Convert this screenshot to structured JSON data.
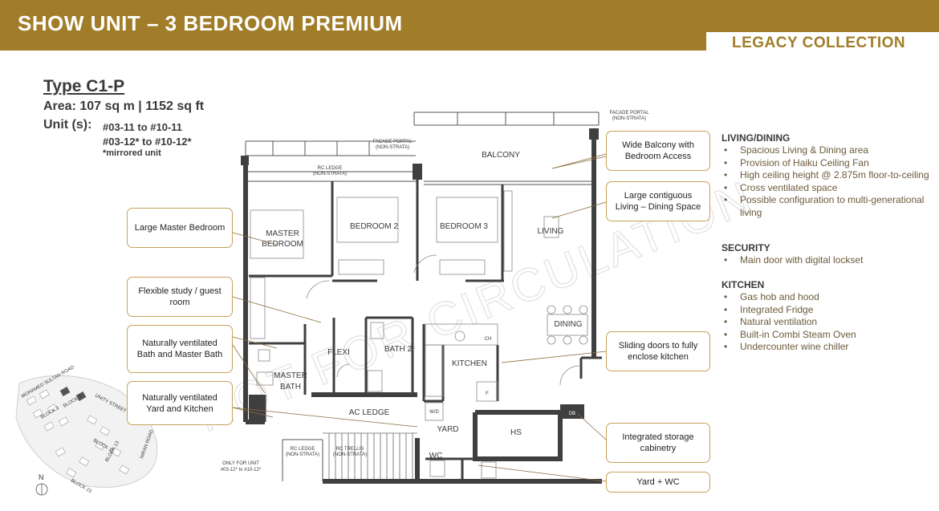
{
  "header": {
    "title": "SHOW UNIT – 3 BEDROOM PREMIUM",
    "collection": "LEGACY COLLECTION"
  },
  "unit": {
    "type": "Type C1-P",
    "area": "Area: 107 sq m | 1152 sq ft",
    "units_label": "Unit (s):",
    "units": [
      "#03-11 to #10-11",
      "#03-12* to #10-12*"
    ],
    "note": "*mirrored unit"
  },
  "callouts": {
    "master_bedroom": "Large Master Bedroom",
    "study": "Flexible study / guest room",
    "bath": "Naturally ventilated Bath and Master Bath",
    "yard_kitchen": "Naturally ventilated Yard and Kitchen",
    "balcony": "Wide Balcony with Bedroom Access",
    "living": "Large contiguous Living – Dining Space",
    "sliding": "Sliding doors to fully enclose kitchen",
    "storage": "Integrated storage cabinetry",
    "yard_wc": "Yard + WC"
  },
  "rooms": {
    "balcony": "BALCONY",
    "master_bedroom_1": "MASTER",
    "master_bedroom_2": "BEDROOM",
    "bedroom2": "BEDROOM 2",
    "bedroom3": "BEDROOM 3",
    "living": "LIVING",
    "dining": "DINING",
    "flexi": "FLEXI",
    "bath2": "BATH 2",
    "master_bath_1": "MASTER",
    "master_bath_2": "BATH",
    "kitchen": "KITCHEN",
    "ac_ledge": "AC LEDGE",
    "yard": "YARD",
    "hs": "HS",
    "wc": "WC",
    "ch": "CH",
    "f": "F",
    "wd": "W/D",
    "db": "DB"
  },
  "plan_notes": {
    "facade_portal_top_1": "FACADE PORTAL",
    "facade_portal_top_2": "(NON-STRATA)",
    "facade_portal_mid_1": "FACADE PORTAL",
    "facade_portal_mid_2": "(NON-STRATA)",
    "rc_ledge_top_1": "RC LEDGE",
    "rc_ledge_top_2": "(NON-STRATA)",
    "rc_ledge_bottom_1": "RC LEDGE",
    "rc_ledge_bottom_2": "(NON-STRATA)",
    "rc_trellis_1": "RC TRELLIS",
    "rc_trellis_2": "(NON-STRATA)",
    "only_for_unit_1": "ONLY FOR UNIT",
    "only_for_unit_2": "#03-12* to #10-12*"
  },
  "site": {
    "road_1": "MOHAMED SULTAN ROAD",
    "road_2": "UNITY STREET",
    "road_3": "NIRAN ROAD",
    "block_3": "BLOCK 3",
    "block_9": "BLOCK 9",
    "block_11": "BLOCK 11",
    "block_13": "BLOCK 13",
    "block_15": "BLOCK 15",
    "north": "N"
  },
  "watermark": "NOT FOR CIRCULATION",
  "features": {
    "living_dining": {
      "heading": "LIVING/DINING",
      "items": [
        "Spacious Living & Dining area",
        "Provision of Haiku Ceiling Fan",
        "High ceiling height @ 2.875m floor-to-ceiling",
        "Cross ventilated space",
        "Possible configuration to multi-generational",
        "living"
      ]
    },
    "security": {
      "heading": "SECURITY",
      "items": [
        "Main door with digital lockset"
      ]
    },
    "kitchen": {
      "heading": "KITCHEN",
      "items": [
        "Gas hob and hood",
        "Integrated Fridge",
        "Natural ventilation",
        "Built-in Combi Steam Oven",
        "Undercounter wine chiller"
      ]
    }
  },
  "colors": {
    "brand_gold": "#a17d29",
    "callout_border": "#c7a15a",
    "wall": "#3f3f3f"
  }
}
